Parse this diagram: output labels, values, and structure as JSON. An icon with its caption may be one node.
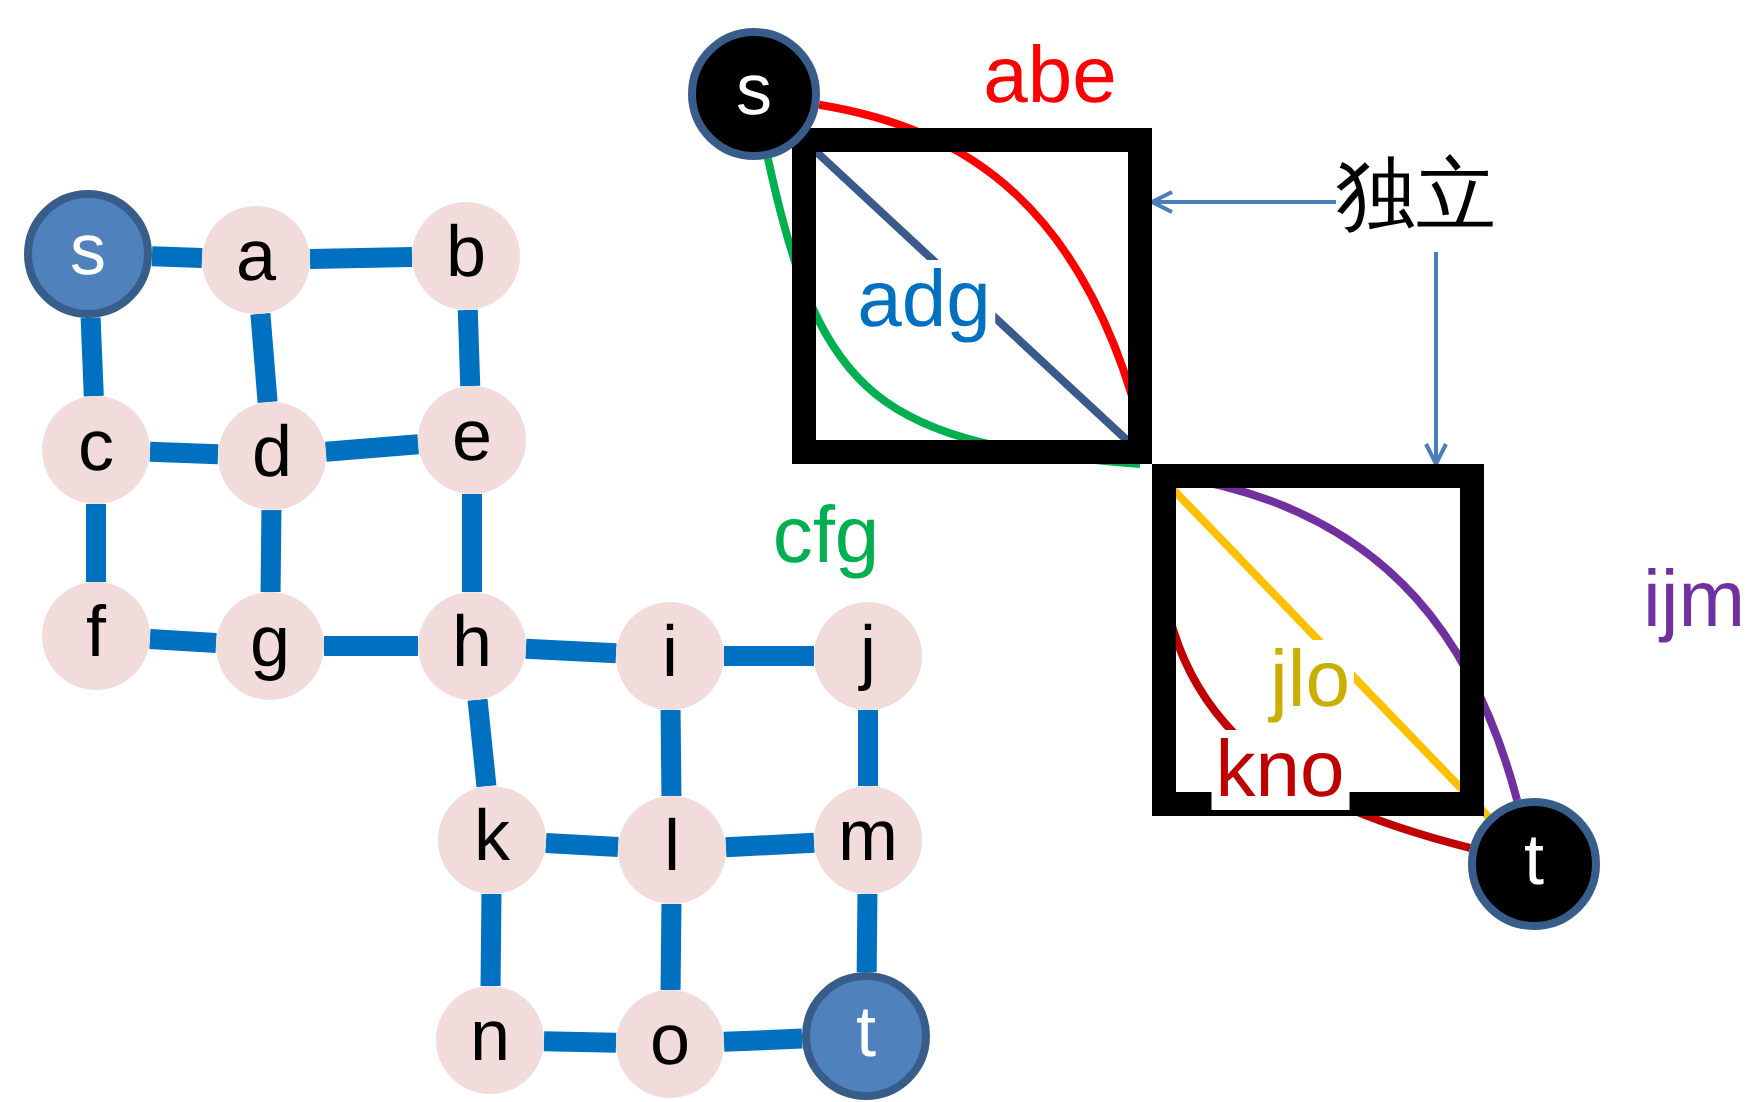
{
  "diagram": {
    "nodes": [
      {
        "text": [
          "s"
        ]
      },
      {
        "text": [
          "a"
        ]
      },
      {
        "text": [
          "b"
        ]
      },
      {
        "text": [
          "c"
        ]
      },
      {
        "text": [
          "d"
        ]
      },
      {
        "text": [
          "e"
        ]
      },
      {
        "text": [
          "f"
        ]
      },
      {
        "text": [
          "g"
        ]
      },
      {
        "text": [
          "h"
        ]
      },
      {
        "text": [
          "i"
        ]
      },
      {
        "text": [
          "j"
        ]
      },
      {
        "text": [
          "k"
        ]
      },
      {
        "text": [
          "l"
        ]
      },
      {
        "text": [
          "m"
        ]
      },
      {
        "text": [
          "n"
        ]
      },
      {
        "text": [
          "o"
        ]
      },
      {
        "text": [
          "t"
        ]
      },
      {
        "text": [],
        "shape": "box"
      },
      {
        "text": [
          "s"
        ]
      },
      {
        "text": [],
        "shape": "box"
      },
      {
        "text": [
          "t"
        ]
      },
      {
        "text": [
          "独立"
        ]
      }
    ],
    "edges": [
      {
        "from": 0,
        "to": 1,
        "arrow": "none"
      },
      {
        "from": 1,
        "to": 2,
        "arrow": "none"
      },
      {
        "from": 0,
        "to": 3,
        "arrow": "none"
      },
      {
        "from": 1,
        "to": 4,
        "arrow": "none"
      },
      {
        "from": 2,
        "to": 5,
        "arrow": "none"
      },
      {
        "from": 3,
        "to": 4,
        "arrow": "none"
      },
      {
        "from": 4,
        "to": 5,
        "arrow": "none"
      },
      {
        "from": 3,
        "to": 6,
        "arrow": "none"
      },
      {
        "from": 4,
        "to": 7,
        "arrow": "none"
      },
      {
        "from": 5,
        "to": 8,
        "arrow": "none"
      },
      {
        "from": 6,
        "to": 7,
        "arrow": "none"
      },
      {
        "from": 7,
        "to": 8,
        "arrow": "none"
      },
      {
        "from": 8,
        "to": 9,
        "arrow": "none"
      },
      {
        "from": 9,
        "to": 10,
        "arrow": "none"
      },
      {
        "from": 9,
        "to": 12,
        "arrow": "none"
      },
      {
        "from": 10,
        "to": 13,
        "arrow": "none"
      },
      {
        "from": 8,
        "to": 11,
        "arrow": "none"
      },
      {
        "from": 11,
        "to": 12,
        "arrow": "none"
      },
      {
        "from": 12,
        "to": 13,
        "arrow": "none"
      },
      {
        "from": 11,
        "to": 14,
        "arrow": "none"
      },
      {
        "from": 12,
        "to": 15,
        "arrow": "none"
      },
      {
        "from": 13,
        "to": 16,
        "arrow": "none"
      },
      {
        "from": 14,
        "to": 15,
        "arrow": "none"
      },
      {
        "from": 15,
        "to": 16,
        "arrow": "none"
      },
      {
        "from": 18,
        "to": 17,
        "arrow": "none",
        "label": "abe",
        "color": "#ff0000"
      },
      {
        "from": 18,
        "to": 17,
        "arrow": "none",
        "label": "adg",
        "color": "#3b5a8c"
      },
      {
        "from": 18,
        "to": 17,
        "arrow": "none",
        "label": "cfg",
        "color": "#00b050"
      },
      {
        "from": 19,
        "to": 20,
        "arrow": "none",
        "label": "ijm",
        "color": "#7030a0"
      },
      {
        "from": 19,
        "to": 20,
        "arrow": "none",
        "label": "jlo",
        "color": "#ffc000"
      },
      {
        "from": 19,
        "to": 20,
        "arrow": "none",
        "label": "kno",
        "color": "#c00000"
      },
      {
        "from": 21,
        "to": 17,
        "arrow": "to",
        "color": "#4a7ebb"
      },
      {
        "from": 21,
        "to": 19,
        "arrow": "to",
        "color": "#4a7ebb"
      }
    ]
  }
}
